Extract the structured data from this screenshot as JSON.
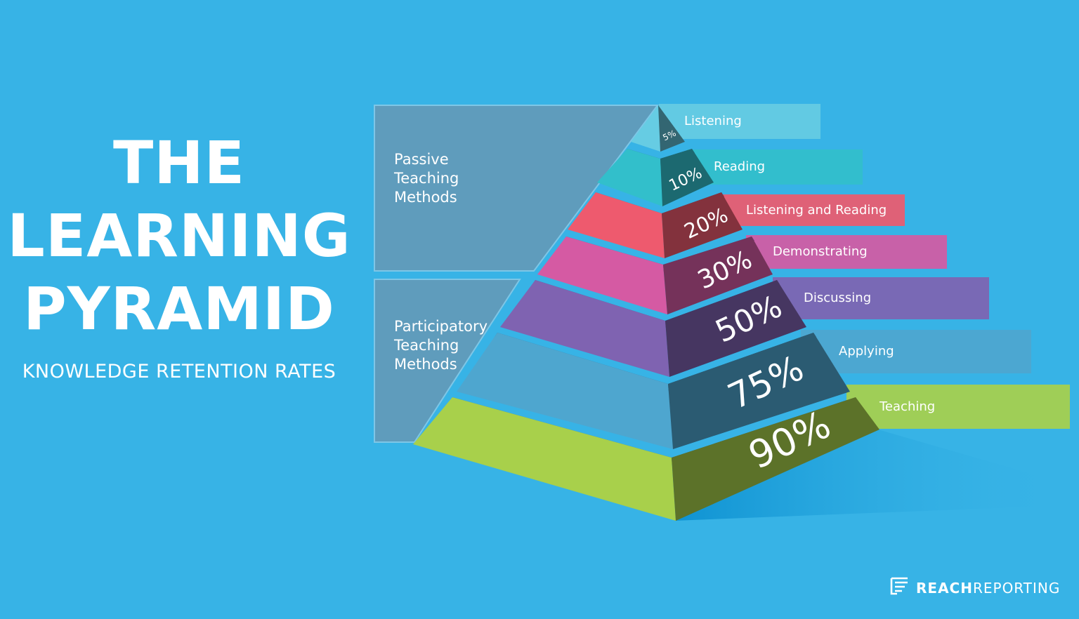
{
  "title": {
    "line1": "THE",
    "line2": "LEARNING",
    "line3": "PYRAMID"
  },
  "subtitle": "KNOWLEDGE RETENTION RATES",
  "groups": {
    "passive": "Passive\nTeaching\nMethods",
    "participatory": "Participatory\nTeaching\nMethods"
  },
  "levels": [
    {
      "percent": "5%",
      "value": 5,
      "label": "Listening",
      "color": "#66cce3"
    },
    {
      "percent": "10%",
      "value": 10,
      "label": "Reading",
      "color": "#32bfcb"
    },
    {
      "percent": "20%",
      "value": 20,
      "label": "Listening and Reading",
      "color": "#ee5a6e"
    },
    {
      "percent": "30%",
      "value": 30,
      "label": "Demonstrating",
      "color": "#d55aa3"
    },
    {
      "percent": "50%",
      "value": 50,
      "label": "Discussing",
      "color": "#7f63b1"
    },
    {
      "percent": "75%",
      "value": 75,
      "label": "Applying",
      "color": "#4ea6cf"
    },
    {
      "percent": "90%",
      "value": 90,
      "label": "Teaching",
      "color": "#a8d04b"
    }
  ],
  "brand": {
    "bold": "REACH",
    "regular": "REPORTING",
    "icon": "document-lines-icon"
  },
  "colors": {
    "background": "#37b3e6",
    "group_box": "#5f9cbc",
    "text": "#ffffff"
  }
}
